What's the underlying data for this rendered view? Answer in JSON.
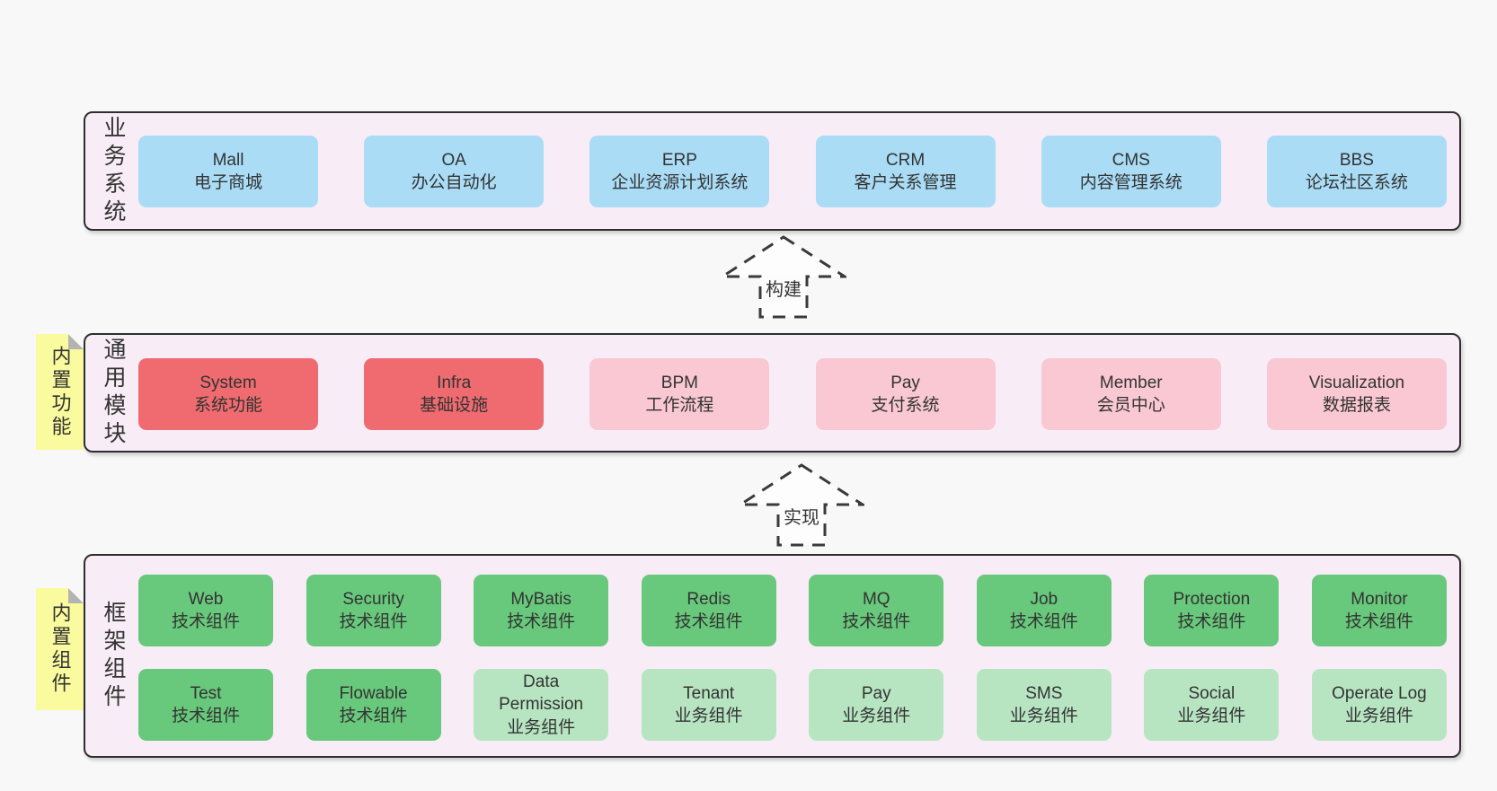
{
  "colors": {
    "page_background": "#f8f8f8",
    "band_background": "#f8edf6",
    "band_border": "#2e2e2e",
    "blue_box": "#aadcf6",
    "red_box": "#ef6b70",
    "pink_box": "#f9c8d3",
    "green_box": "#68c87b",
    "light_green_box": "#b7e5c2",
    "sticky_tab": "#fafa9e",
    "text": "#333333"
  },
  "arrows": {
    "build": {
      "label": "构建"
    },
    "implement": {
      "label": "实现"
    }
  },
  "bands": {
    "business": {
      "label": "业务系统",
      "boxes": [
        {
          "name": "Mall",
          "desc": "电子商城"
        },
        {
          "name": "OA",
          "desc": "办公自动化"
        },
        {
          "name": "ERP",
          "desc": "企业资源计划系统"
        },
        {
          "name": "CRM",
          "desc": "客户关系管理"
        },
        {
          "name": "CMS",
          "desc": "内容管理系统"
        },
        {
          "name": "BBS",
          "desc": "论坛社区系统"
        }
      ]
    },
    "modules": {
      "label": "通用模块",
      "tab": "内置功能",
      "boxes": [
        {
          "name": "System",
          "desc": "系统功能"
        },
        {
          "name": "Infra",
          "desc": "基础设施"
        },
        {
          "name": "BPM",
          "desc": "工作流程"
        },
        {
          "name": "Pay",
          "desc": "支付系统"
        },
        {
          "name": "Member",
          "desc": "会员中心"
        },
        {
          "name": "Visualization",
          "desc": "数据报表"
        }
      ]
    },
    "components": {
      "label": "框架组件",
      "tab": "内置组件",
      "rows": [
        [
          {
            "name": "Web",
            "desc": "技术组件"
          },
          {
            "name": "Security",
            "desc": "技术组件"
          },
          {
            "name": "MyBatis",
            "desc": "技术组件"
          },
          {
            "name": "Redis",
            "desc": "技术组件"
          },
          {
            "name": "MQ",
            "desc": "技术组件"
          },
          {
            "name": "Job",
            "desc": "技术组件"
          },
          {
            "name": "Protection",
            "desc": "技术组件"
          },
          {
            "name": "Monitor",
            "desc": "技术组件"
          }
        ],
        [
          {
            "name": "Test",
            "desc": "技术组件"
          },
          {
            "name": "Flowable",
            "desc": "技术组件"
          },
          {
            "name": "Data Permission",
            "desc": "业务组件"
          },
          {
            "name": "Tenant",
            "desc": "业务组件"
          },
          {
            "name": "Pay",
            "desc": "业务组件"
          },
          {
            "name": "SMS",
            "desc": "业务组件"
          },
          {
            "name": "Social",
            "desc": "业务组件"
          },
          {
            "name": "Operate Log",
            "desc": "业务组件"
          }
        ]
      ]
    }
  }
}
